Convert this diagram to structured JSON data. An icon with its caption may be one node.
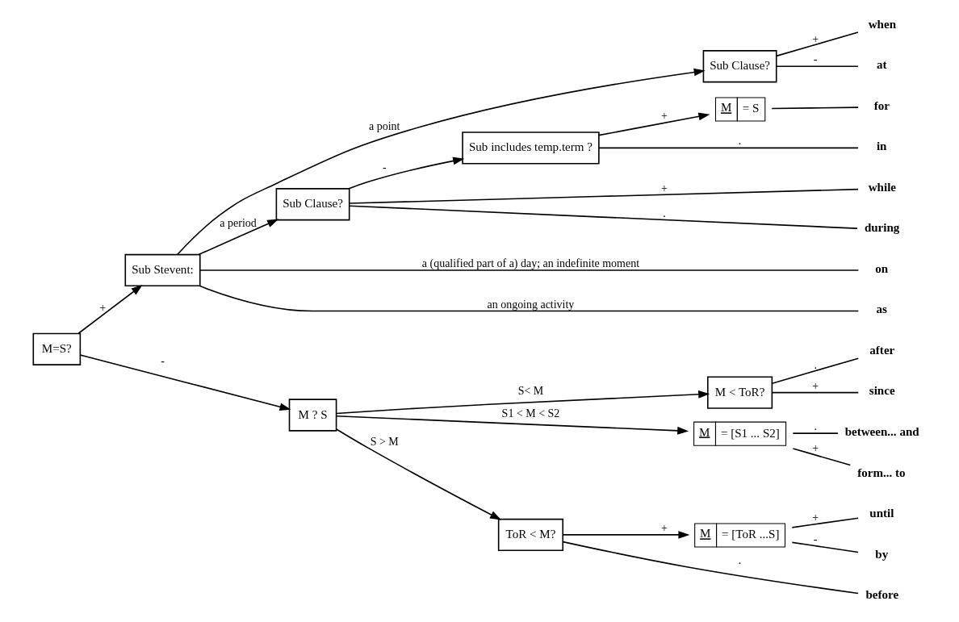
{
  "diagram": {
    "nodes": [
      {
        "text": [
          "M=S?"
        ]
      },
      {
        "text": [
          "Sub Stevent:"
        ]
      },
      {
        "text": [
          "Sub Clause?"
        ]
      },
      {
        "text": [
          "Sub Clause?"
        ]
      },
      {
        "text": [
          "Sub includes temp.term ?"
        ]
      },
      {
        "text": [
          "M",
          "= S"
        ]
      },
      {
        "text": [
          "M ? S"
        ]
      },
      {
        "text": [
          "M < ToR?"
        ]
      },
      {
        "text": [
          "M",
          "= [S1 ... S2]"
        ]
      },
      {
        "text": [
          "ToR < M?"
        ]
      },
      {
        "text": [
          "M",
          "= [ToR ...S]"
        ]
      },
      {
        "text": [
          "when"
        ]
      },
      {
        "text": [
          "at"
        ]
      },
      {
        "text": [
          "on"
        ]
      },
      {
        "text": [
          "as"
        ]
      },
      {
        "text": [
          "while"
        ]
      },
      {
        "text": [
          "during"
        ]
      },
      {
        "text": [
          "in"
        ]
      },
      {
        "text": [
          "for"
        ]
      },
      {
        "text": [
          "after"
        ]
      },
      {
        "text": [
          "since"
        ]
      },
      {
        "text": [
          "between... and"
        ]
      },
      {
        "text": [
          "form... to"
        ]
      },
      {
        "text": [
          "until"
        ]
      },
      {
        "text": [
          "by"
        ]
      },
      {
        "text": [
          "before"
        ]
      }
    ],
    "edges": [
      {
        "from": 0,
        "to": 1,
        "arrow": "to",
        "label": "+"
      },
      {
        "from": 0,
        "to": 6,
        "arrow": "to",
        "label": "-"
      },
      {
        "from": 1,
        "to": 2,
        "arrow": "to",
        "label": "a point"
      },
      {
        "from": 1,
        "to": 13,
        "arrow": "none",
        "label": "a (qualified part of a) day; an indefinite moment"
      },
      {
        "from": 1,
        "to": 14,
        "arrow": "none",
        "label": "an ongoing activity"
      },
      {
        "from": 1,
        "to": 3,
        "arrow": "to",
        "label": "a period"
      },
      {
        "from": 2,
        "to": 11,
        "arrow": "none",
        "label": "+"
      },
      {
        "from": 2,
        "to": 12,
        "arrow": "none",
        "label": "-"
      },
      {
        "from": 3,
        "to": 15,
        "arrow": "none",
        "label": "+"
      },
      {
        "from": 3,
        "to": 16,
        "arrow": "none",
        "label": "."
      },
      {
        "from": 3,
        "to": 4,
        "arrow": "to",
        "label": "-"
      },
      {
        "from": 4,
        "to": 17,
        "arrow": "none",
        "label": "."
      },
      {
        "from": 4,
        "to": 5,
        "arrow": "to",
        "label": "+"
      },
      {
        "from": 5,
        "to": 18,
        "arrow": "none"
      },
      {
        "from": 6,
        "to": 7,
        "arrow": "to",
        "label": "S< M"
      },
      {
        "from": 6,
        "to": 8,
        "arrow": "to",
        "label": "S1 < M < S2"
      },
      {
        "from": 6,
        "to": 9,
        "arrow": "to",
        "label": "S > M"
      },
      {
        "from": 7,
        "to": 19,
        "arrow": "none",
        "label": "."
      },
      {
        "from": 7,
        "to": 20,
        "arrow": "none",
        "label": "+"
      },
      {
        "from": 8,
        "to": 21,
        "arrow": "none",
        "label": "."
      },
      {
        "from": 8,
        "to": 22,
        "arrow": "none",
        "label": "+"
      },
      {
        "from": 9,
        "to": 10,
        "arrow": "to",
        "label": "+"
      },
      {
        "from": 10,
        "to": 23,
        "arrow": "none",
        "label": "+"
      },
      {
        "from": 10,
        "to": 24,
        "arrow": "none",
        "label": "-"
      },
      {
        "from": 9,
        "to": 25,
        "arrow": "none",
        "label": "."
      }
    ]
  }
}
